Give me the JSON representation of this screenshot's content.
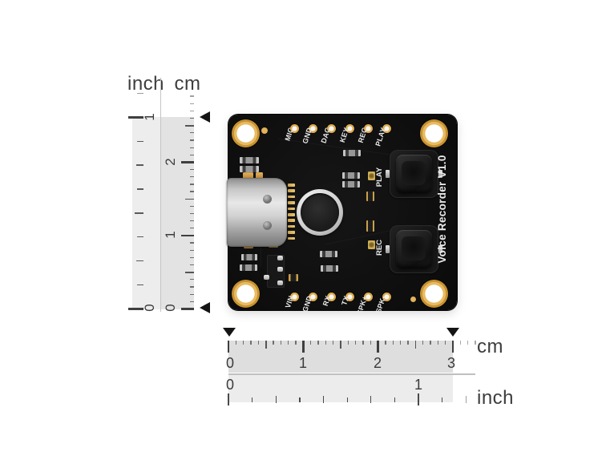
{
  "board": {
    "title": "Voice Recorder V1.0",
    "top_pins": [
      "MIC",
      "GND",
      "DAC",
      "KEY",
      "REC",
      "PLAY"
    ],
    "bottom_pins": [
      "VIN",
      "GND",
      "RX",
      "TX",
      "SPK+",
      "SPK-"
    ],
    "play_button_label": "PLAY",
    "rec_button_label": "REC"
  },
  "rulers": {
    "vertical": {
      "inch_unit": "inch",
      "cm_unit": "cm",
      "inch_numbers": [
        "1",
        "0"
      ],
      "cm_numbers": [
        "2",
        "1",
        "0"
      ]
    },
    "horizontal": {
      "cm_unit": "cm",
      "inch_unit": "inch",
      "cm_numbers": [
        "0",
        "1",
        "2",
        "3"
      ],
      "inch_numbers": [
        "0",
        "1"
      ]
    }
  },
  "colors": {
    "pcb": "#101010",
    "gold": "#c8923a",
    "silkscreen": "#eaeaea",
    "ruler_inch_band": "#ededed",
    "ruler_cm_band_vertical": "#e3e3e3",
    "ruler_cm_band_horizontal": "#dedede",
    "ruler_inch_band_horizontal": "#ececec",
    "tick": "#3f3f3f",
    "label_text": "#3d3d3d",
    "marker": "#141414",
    "led": "#d8b95e"
  }
}
